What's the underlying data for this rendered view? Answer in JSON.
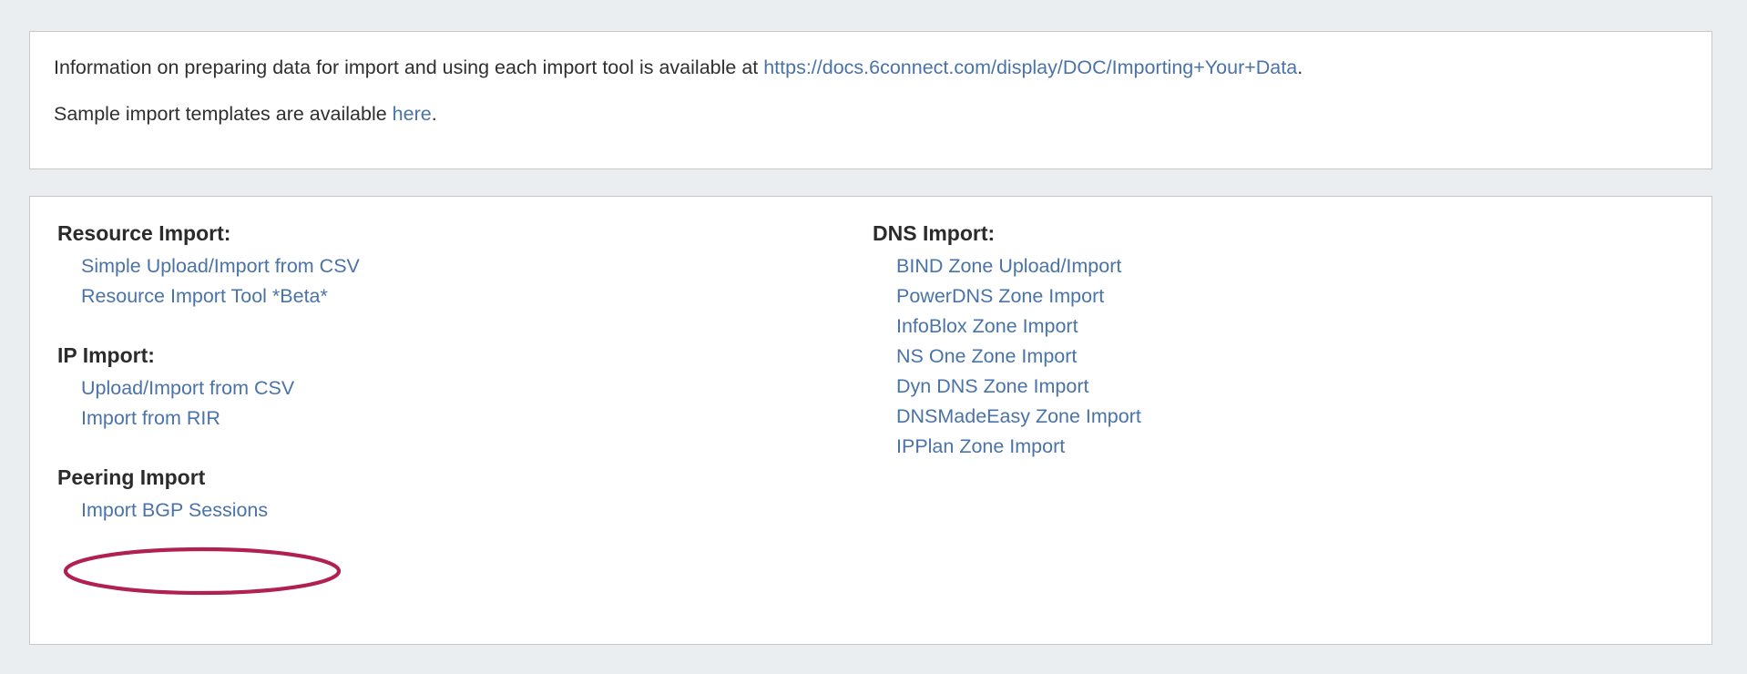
{
  "info": {
    "line1_prefix": "Information on preparing data for import and using each import tool is available at ",
    "line1_link": "https://docs.6connect.com/display/DOC/Importing+Your+Data",
    "line1_suffix": ".",
    "line2_prefix": "Sample import templates are available ",
    "line2_link": "here",
    "line2_suffix": "."
  },
  "tools": {
    "left_groups": [
      {
        "title": "Resource Import:",
        "links": [
          "Simple Upload/Import from CSV",
          "Resource Import Tool *Beta*"
        ]
      },
      {
        "title": "IP Import:",
        "links": [
          "Upload/Import from CSV",
          "Import from RIR"
        ]
      },
      {
        "title": "Peering Import",
        "links": [
          "Import BGP Sessions"
        ]
      }
    ],
    "right_groups": [
      {
        "title": "DNS Import:",
        "links": [
          "BIND Zone Upload/Import",
          "PowerDNS Zone Import",
          "InfoBlox Zone Import",
          "NS One Zone Import",
          "Dyn DNS Zone Import",
          "DNSMadeEasy Zone Import",
          "IPPlan Zone Import"
        ]
      }
    ]
  },
  "annotation": {
    "shape": "ellipse",
    "target": "Import BGP Sessions",
    "color": "#b02050"
  },
  "colors": {
    "page_background": "#eaeef1",
    "panel_background": "#ffffff",
    "panel_border": "#c8c8c8",
    "link": "#4a73a8",
    "heading": "#2b2b2b",
    "body_text": "#2f2f2f",
    "annotation": "#b02050"
  }
}
